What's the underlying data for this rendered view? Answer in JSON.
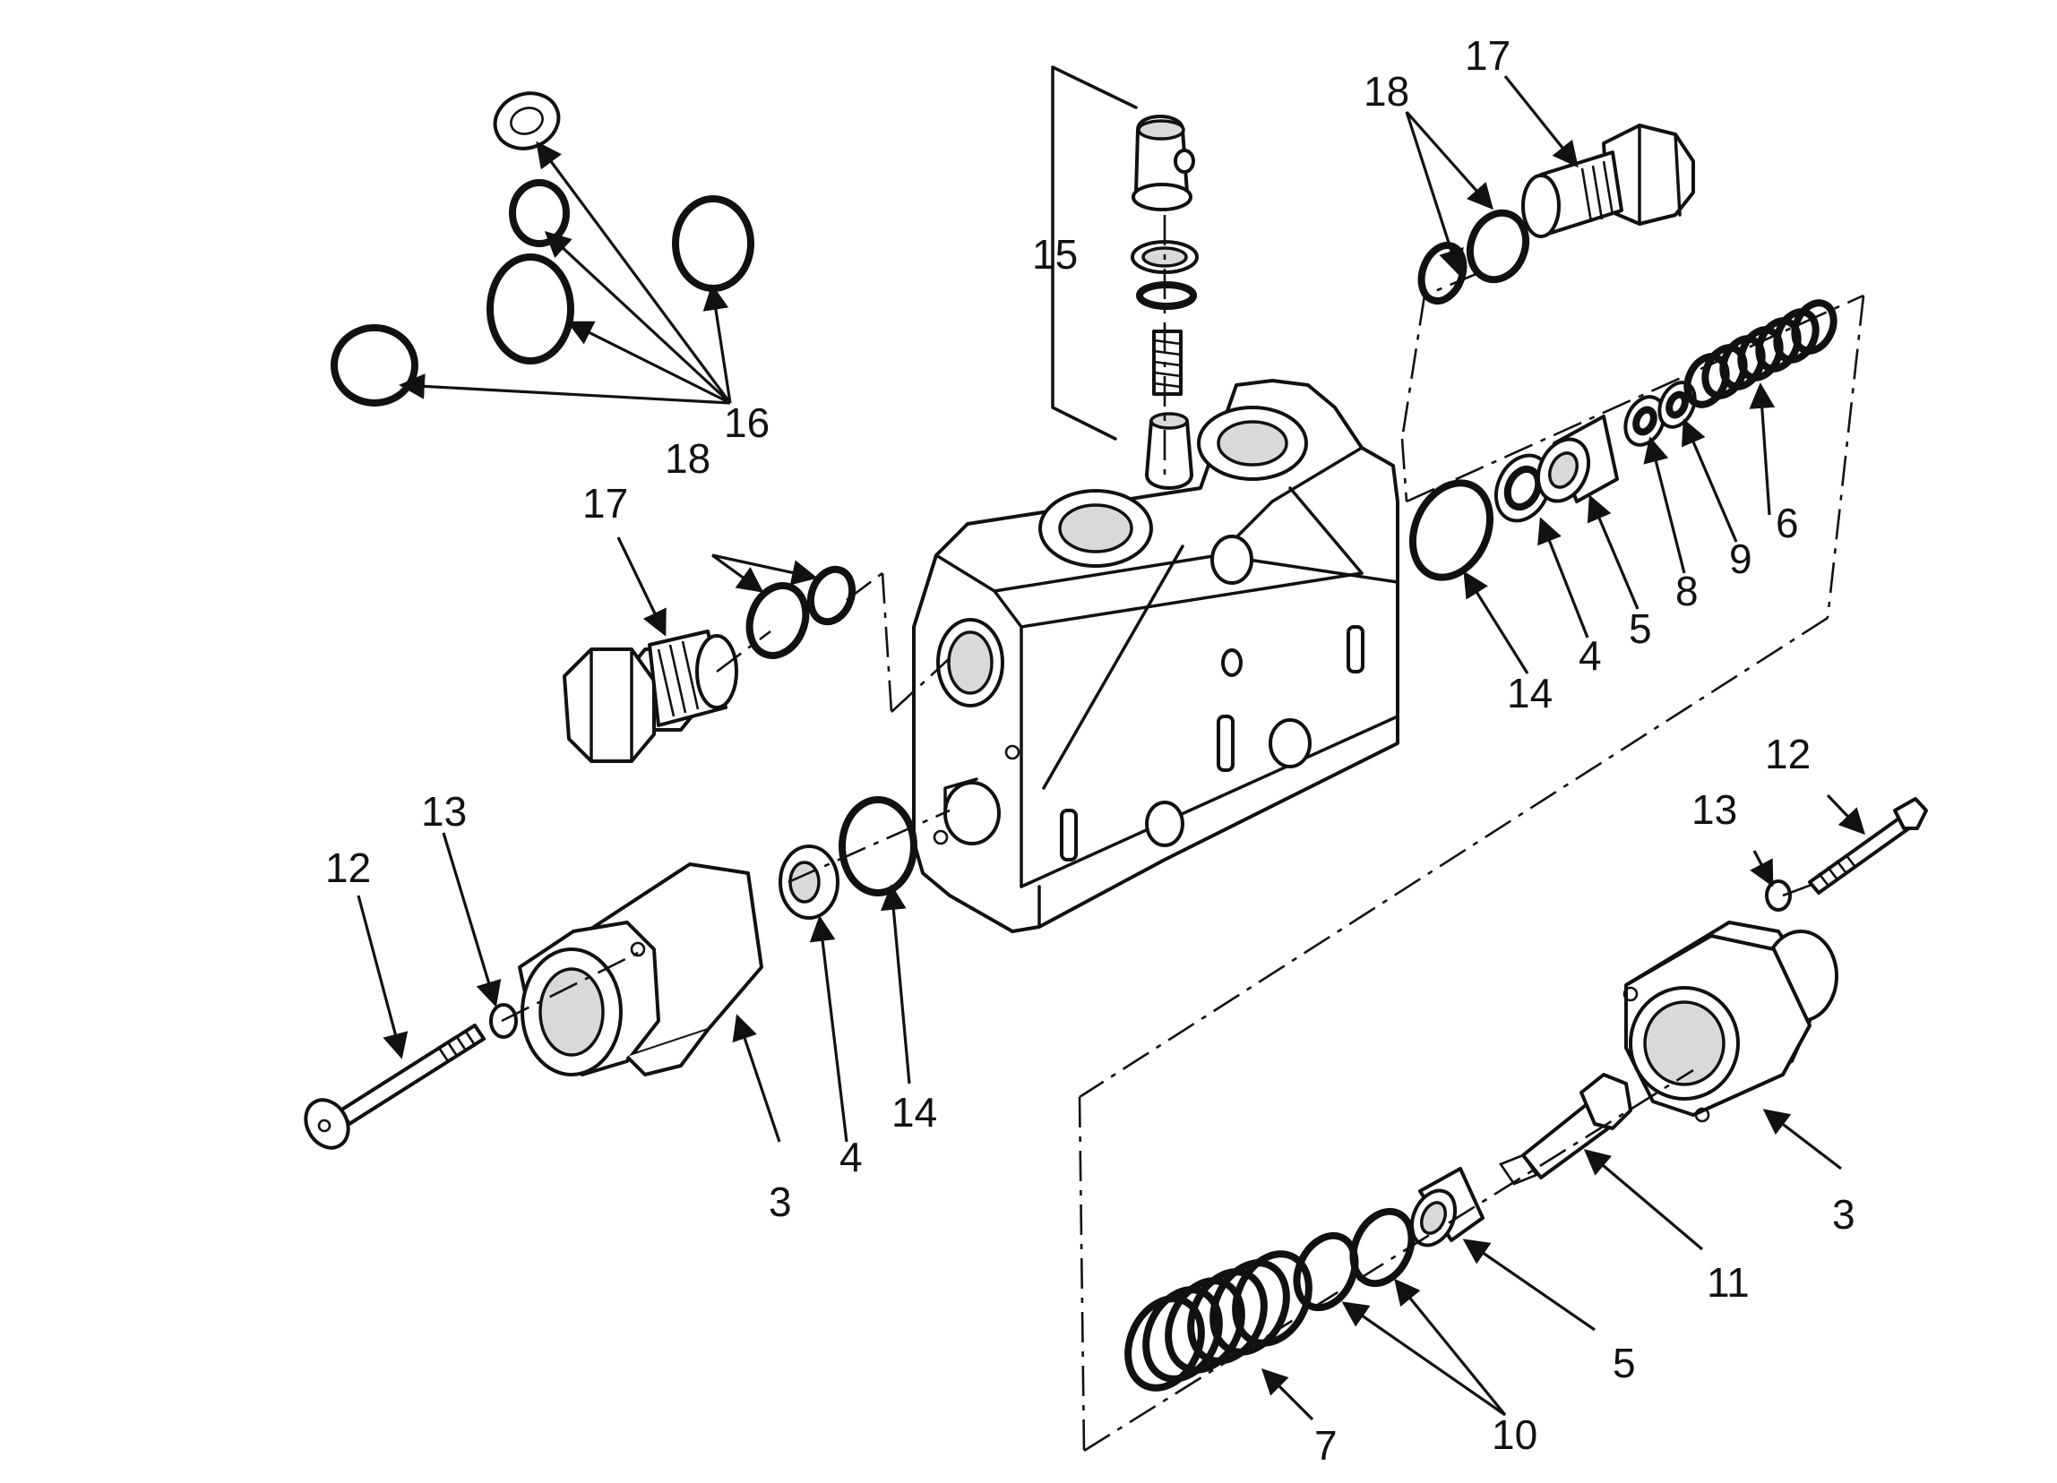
{
  "callouts": {
    "c3a": "3",
    "c3b": "3",
    "c4a": "4",
    "c4b": "4",
    "c5a": "5",
    "c5b": "5",
    "c6": "6",
    "c7": "7",
    "c8": "8",
    "c9": "9",
    "c10": "10",
    "c11": "11",
    "c12a": "12",
    "c12b": "12",
    "c13a": "13",
    "c13b": "13",
    "c14a": "14",
    "c14b": "14",
    "c15": "15",
    "c16": "16",
    "c17a": "17",
    "c17b": "17",
    "c18a": "18",
    "c18b": "18"
  }
}
